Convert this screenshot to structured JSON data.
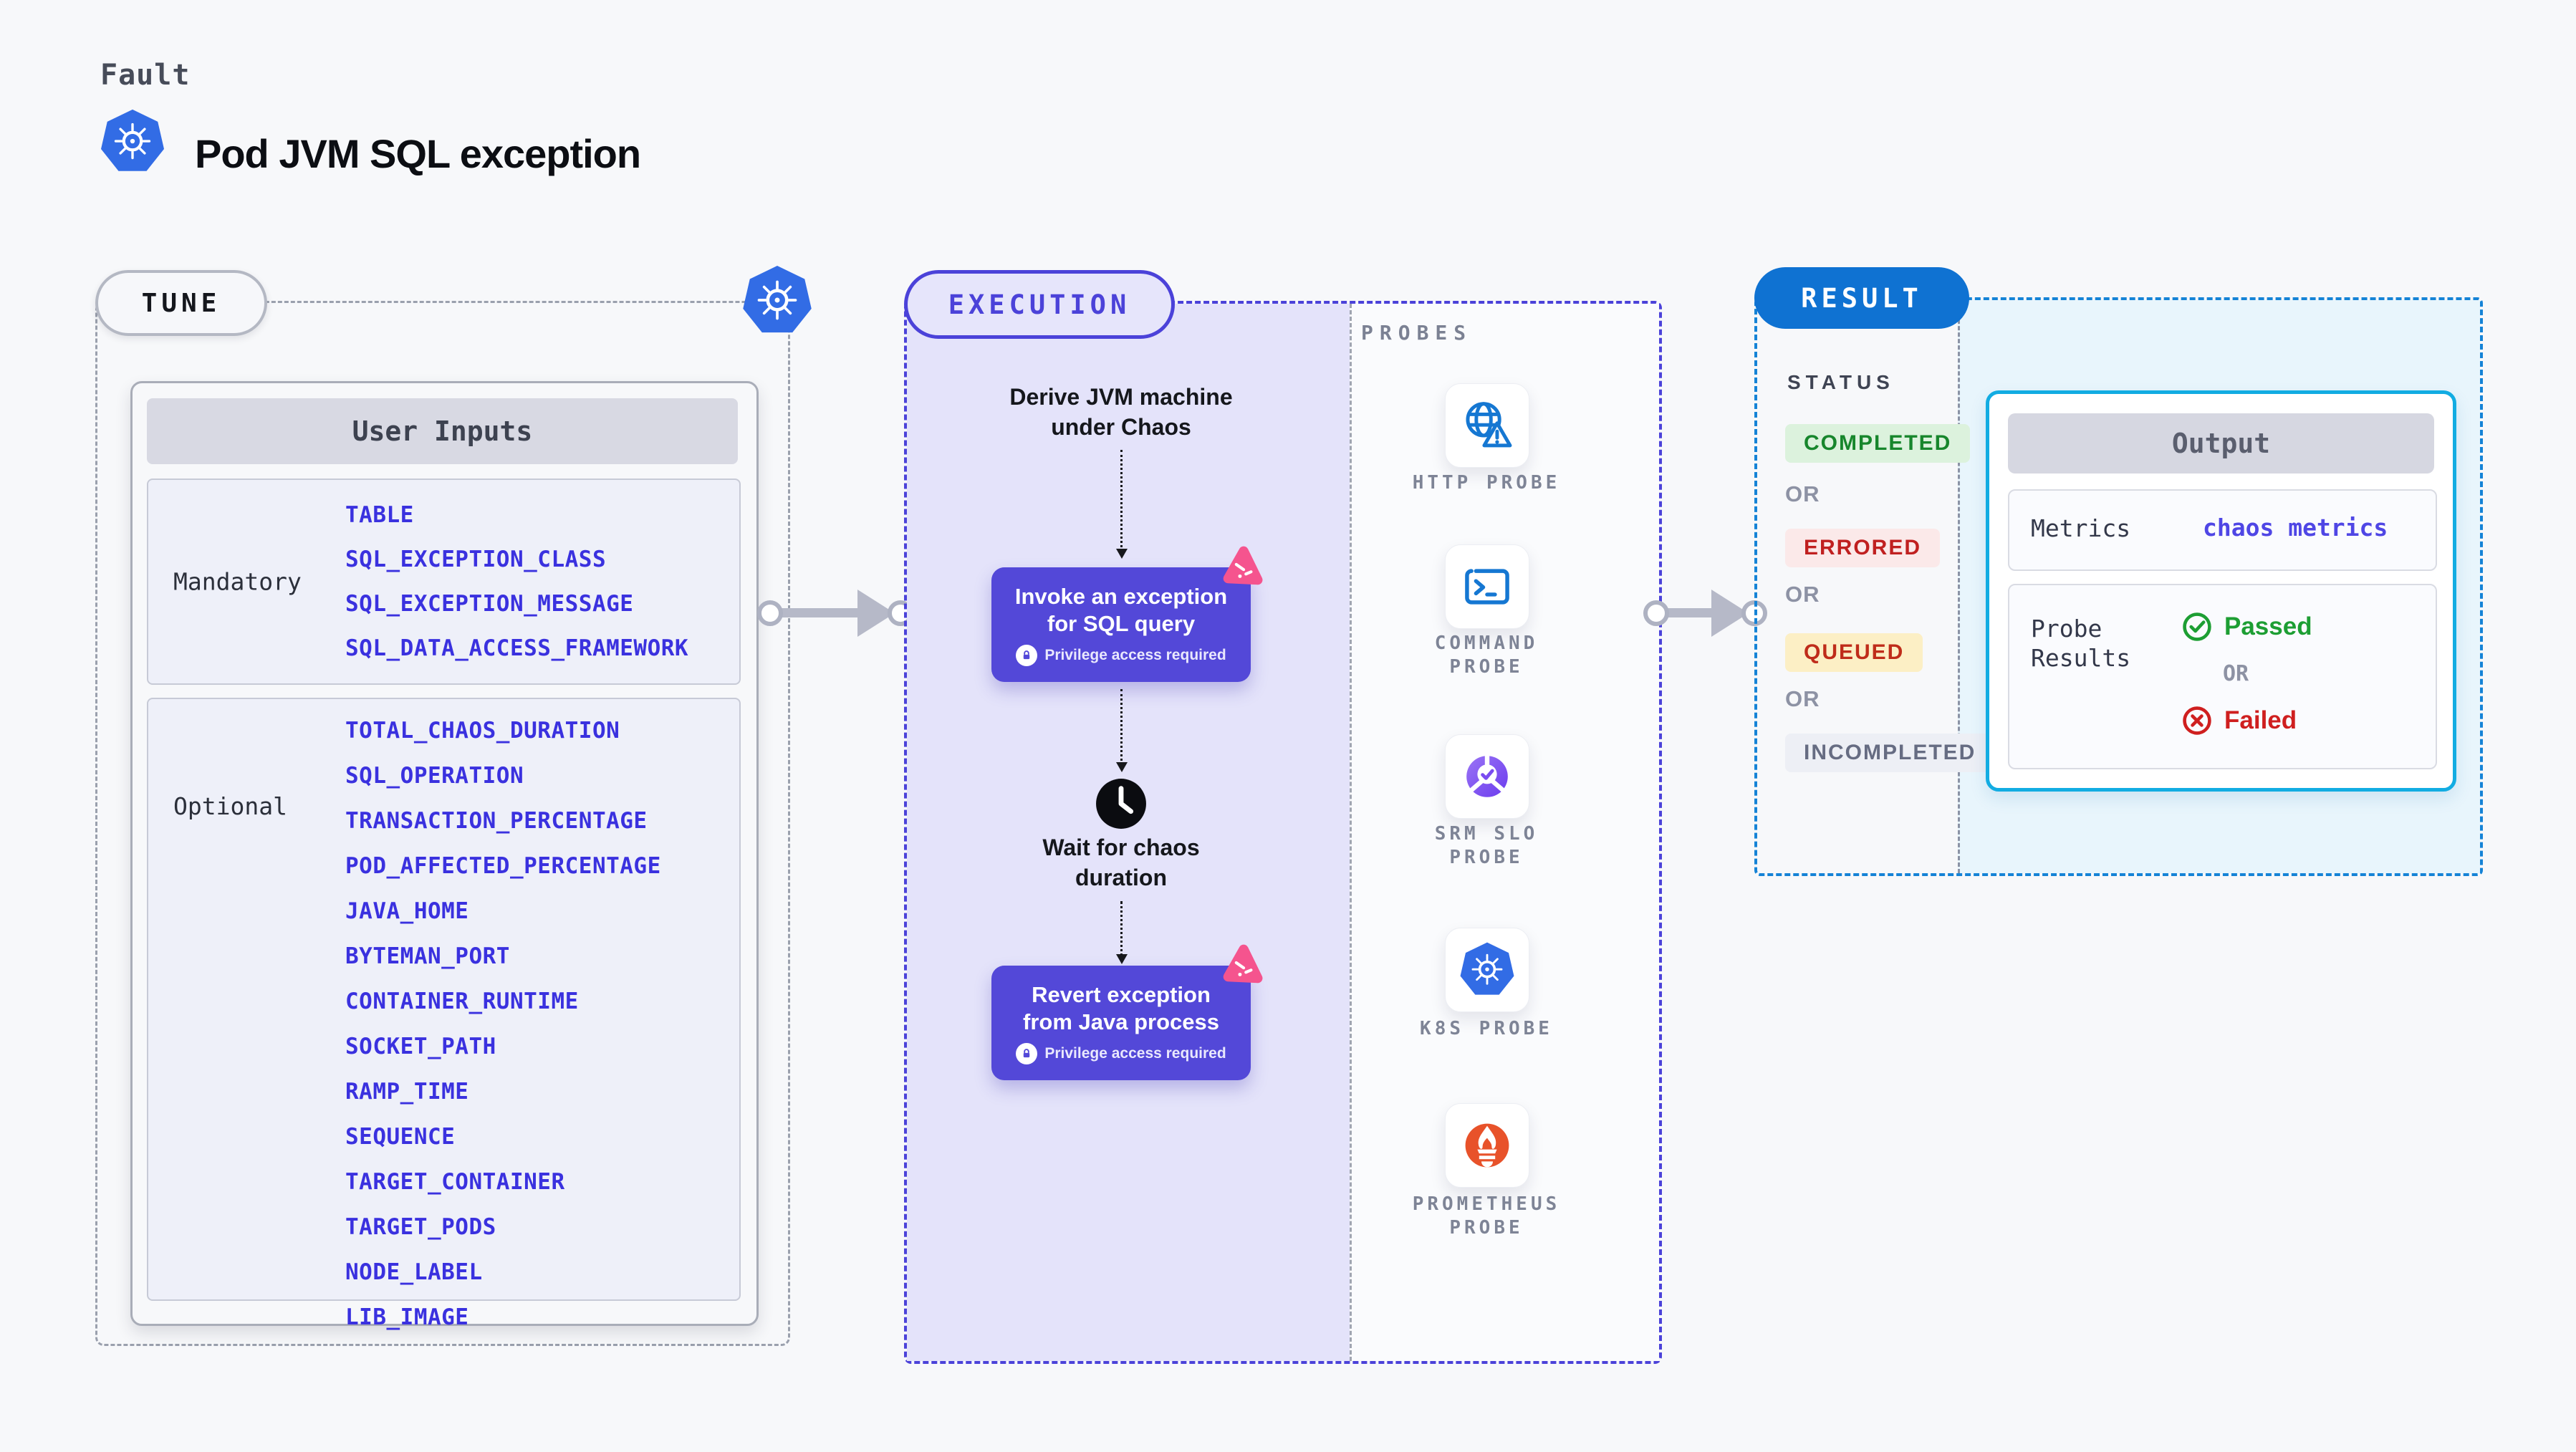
{
  "page": {
    "eyebrow": "Fault",
    "title": "Pod JVM SQL exception"
  },
  "tune": {
    "badge": "TUNE",
    "user_inputs": {
      "header": "User Inputs",
      "groups": [
        {
          "label": "Mandatory",
          "params": [
            "TABLE",
            "SQL_EXCEPTION_CLASS",
            "SQL_EXCEPTION_MESSAGE",
            "SQL_DATA_ACCESS_FRAMEWORK"
          ]
        },
        {
          "label": "Optional",
          "params": [
            "TOTAL_CHAOS_DURATION",
            "SQL_OPERATION",
            "TRANSACTION_PERCENTAGE",
            "POD_AFFECTED_PERCENTAGE",
            "JAVA_HOME",
            "BYTEMAN_PORT",
            "CONTAINER_RUNTIME",
            "SOCKET_PATH",
            "RAMP_TIME",
            "SEQUENCE",
            "TARGET_CONTAINER",
            "TARGET_PODS",
            "NODE_LABEL",
            "LIB_IMAGE"
          ]
        }
      ]
    }
  },
  "execution": {
    "badge": "EXECUTION",
    "privilege_note": "Privilege access required",
    "steps": {
      "derive": "Derive JVM machine\nunder Chaos",
      "invoke_title": "Invoke an exception\nfor SQL query",
      "wait": "Wait for chaos\nduration",
      "revert_title": "Revert exception\nfrom Java process"
    }
  },
  "probes": {
    "header": "PROBES",
    "items": [
      {
        "label": "HTTP PROBE",
        "icon": "http-probe-icon"
      },
      {
        "label": "COMMAND PROBE",
        "icon": "command-probe-icon"
      },
      {
        "label": "SRM SLO PROBE",
        "icon": "srm-slo-probe-icon"
      },
      {
        "label": "K8S PROBE",
        "icon": "k8s-probe-icon"
      },
      {
        "label": "PROMETHEUS PROBE",
        "icon": "prometheus-probe-icon"
      }
    ]
  },
  "result": {
    "badge": "RESULT",
    "status_label": "STATUS",
    "or_label": "OR",
    "statuses": [
      {
        "label": "COMPLETED",
        "fg": "#17862c",
        "bg": "#dcf2dd"
      },
      {
        "label": "ERRORED",
        "fg": "#c02020",
        "bg": "#fbe9e9"
      },
      {
        "label": "QUEUED",
        "fg": "#bf2c1a",
        "bg": "#fcefc5"
      },
      {
        "label": "INCOMPLETED",
        "fg": "#666c82",
        "bg": "#edeff5"
      }
    ],
    "output": {
      "header": "Output",
      "metrics_label": "Metrics",
      "metrics_value": "chaos metrics",
      "probe_results_label": "Probe\nResults",
      "passed_label": "Passed",
      "or_label": "OR",
      "failed_label": "Failed"
    }
  },
  "colors": {
    "page_bg": "#f7f8fa",
    "execution_bg": "#e4e3fa",
    "indigo_accent": "#4b42d9",
    "chaos_box_bg": "#5348d8",
    "param_blue": "#3a31df",
    "result_blue": "#0f72d2",
    "result_dash_blue": "#1583d6",
    "output_border_cyan": "#12ace2",
    "result_cyan_bg": "#e8f5fc",
    "passed_green": "#1d9e33",
    "failed_red": "#cf1f1f",
    "pink_chaos": "#f5548e",
    "kubernetes_blue": "#326ce5",
    "prometheus_orange": "#e8522a",
    "probe_icon_blue": "#1577d2"
  }
}
